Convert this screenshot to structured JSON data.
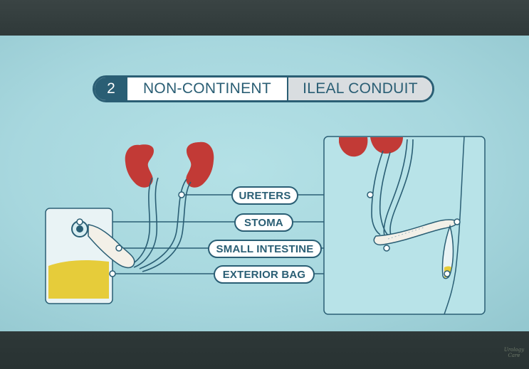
{
  "title": {
    "number": "2",
    "part_a": "NON-CONTINENT",
    "part_b": "ILEAL CONDUIT"
  },
  "labels": {
    "ureters": "URETERS",
    "stoma": "STOMA",
    "small_intestine": "SMALL INTESTINE",
    "exterior_bag": "EXTERIOR BAG"
  },
  "watermark": "Urology Care",
  "colors": {
    "outline": "#2a5e74",
    "kidney": "#c23a36",
    "urine": "#e6cc3a",
    "background": "#a9d9df"
  }
}
